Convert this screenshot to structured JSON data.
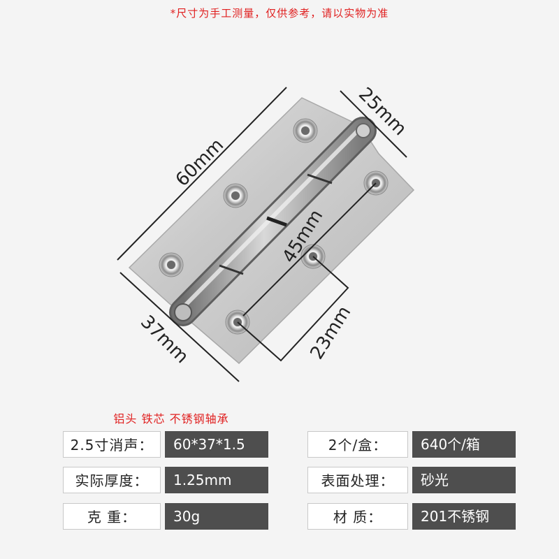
{
  "disclaimer": "*尺寸为手工测量，仅供参考，请以实物为准",
  "dimensions": {
    "length": "60mm",
    "width": "37mm",
    "leaf_width": "25mm",
    "hole_spacing": "45mm",
    "hole_offset": "23mm"
  },
  "features": "铝头  铁芯  不锈钢轴承",
  "specs": [
    {
      "label": "2.5寸消声：",
      "value": "60*37*1.5"
    },
    {
      "label": "2个/盒：",
      "value": "640个/箱"
    },
    {
      "label": "实际厚度：",
      "value": "1.25mm"
    },
    {
      "label": "表面处理：",
      "value": "砂光"
    },
    {
      "label": "克     重：",
      "value": "30g"
    },
    {
      "label": "材     质：",
      "value": "201不锈钢"
    }
  ],
  "colors": {
    "accent_red": "#e02020",
    "value_bg": "#4e4e4e",
    "steel": "#c4c4c4"
  }
}
